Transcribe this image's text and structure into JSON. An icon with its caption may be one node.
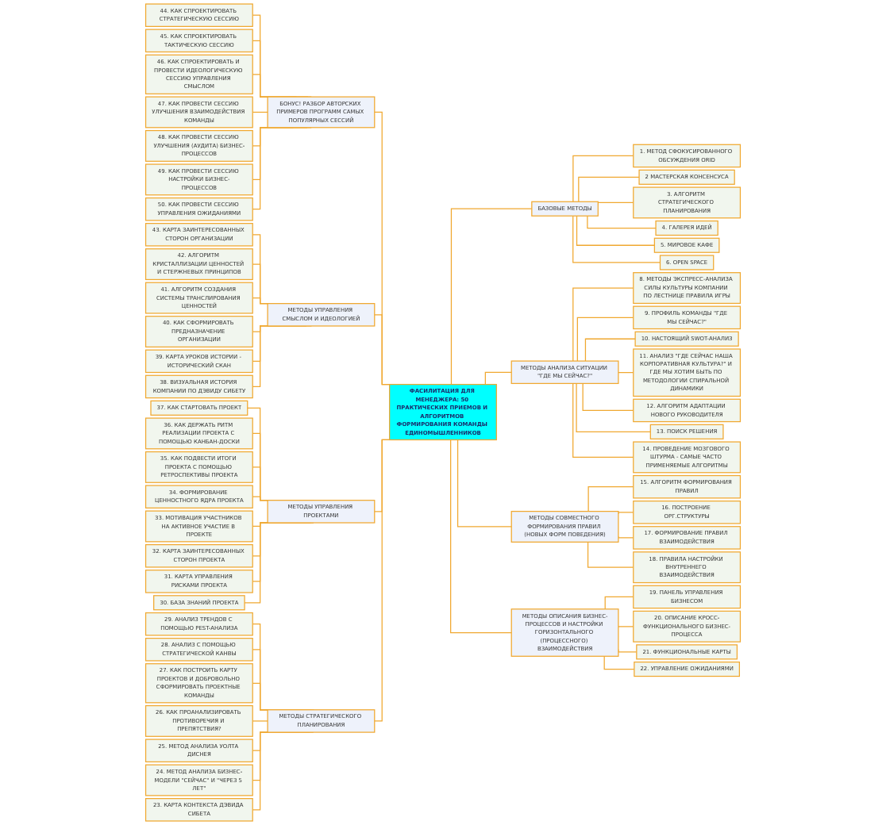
{
  "diagram": {
    "nodes": [
      {
        "text": [
          "ФАСИЛИТАЦИЯ ДЛЯ МЕНЕДЖЕРА: 50 ПРАКТИЧЕСКИХ ПРИЕМОВ И АЛГОРИТМОВ ФОРМИРОВАНИЯ КОМАНДЫ ЕДИНОМЫШЛЕННИКОВ"
        ]
      },
      {
        "text": [
          "БАЗОВЫЕ МЕТОДЫ"
        ]
      },
      {
        "text": [
          "1. МЕТОД СФОКУСИРОВАННОГО ОБСУЖДЕНИЯ ORID"
        ]
      },
      {
        "text": [
          "2 МАСТЕРСКАЯ КОНСЕНСУСА"
        ]
      },
      {
        "text": [
          "3. АЛГОРИТМ СТРАТЕГИЧЕСКОГО ПЛАНИРОВАНИЯ"
        ]
      },
      {
        "text": [
          "4. ГАЛЕРЕЯ ИДЕЙ"
        ]
      },
      {
        "text": [
          "5. МИРОВОЕ КАФЕ"
        ]
      },
      {
        "text": [
          "6. OPEN SPACE"
        ]
      },
      {
        "text": [
          "МЕТОДЫ АНАЛИЗА СИТУАЦИИ \"ГДЕ МЫ СЕЙЧАС?\""
        ]
      },
      {
        "text": [
          "8. МЕТОДЫ ЭКСПРЕСС-АНАЛИЗА СИЛЫ КУЛЬТУРЫ КОМПАНИИ ПО ЛЕСТНИЦЕ ПРАВИЛА ИГРЫ"
        ]
      },
      {
        "text": [
          "9. ПРОФИЛЬ КОМАНДЫ \"ГДЕ МЫ СЕЙЧАС?\""
        ]
      },
      {
        "text": [
          "10. НАСТОЯЩИЙ SWOT-АНАЛИЗ"
        ]
      },
      {
        "text": [
          "11. АНАЛИЗ \"ГДЕ СЕЙЧАС НАША КОРПОРАТИВНАЯ КУЛЬТУРА?\" И ГДЕ МЫ ХОТИМ БЫТЬ ПО МЕТОДОЛОГИИ СПИРАЛЬНОЙ ДИНАМИКИ"
        ]
      },
      {
        "text": [
          "12. АЛГОРИТМ АДАПТАЦИИ НОВОГО РУКОВОДИТЕЛЯ"
        ]
      },
      {
        "text": [
          "13. ПОИСК РЕШЕНИЯ"
        ]
      },
      {
        "text": [
          "14. ПРОВЕДЕНИЕ МОЗГОВОГО ШТУРМА - САМЫЕ ЧАСТО ПРИМЕНЯЕМЫЕ АЛГОРИТМЫ"
        ]
      },
      {
        "text": [
          "МЕТОДЫ СОВМЕСТНОГО ФОРМИРОВАНИЯ ПРАВИЛ (НОВЫХ ФОРМ ПОВЕДЕНИЯ)"
        ]
      },
      {
        "text": [
          "15. АЛГОРИТМ ФОРМИРОВАНИЯ ПРАВИЛ"
        ]
      },
      {
        "text": [
          "16. ПОСТРОЕНИЕ ОРГ.СТРУКТУРЫ"
        ]
      },
      {
        "text": [
          "17. ФОРМИРОВАНИЕ ПРАВИЛ ВЗАИМОДЕЙСТВИЯ"
        ]
      },
      {
        "text": [
          "18. ПРАВИЛА НАСТРОЙКИ ВНУТРЕННЕГО ВЗАИМОДЕЙСТВИЯ"
        ]
      },
      {
        "text": [
          "МЕТОДЫ ОПИСАНИЯ БИЗНЕС-ПРОЦЕССОВ И НАСТРОЙКИ ГОРИЗОНТАЛЬНОГО (ПРОЦЕССНОГО) ВЗАИМОДЕЙСТВИЯ"
        ]
      },
      {
        "text": [
          "19. ПАНЕЛЬ УПРАВЛЕНИЯ БИЗНЕСОМ"
        ]
      },
      {
        "text": [
          "20. ОПИСАНИЕ КРОСС-ФУНКЦИОНАЛЬНОГО БИЗНЕС-ПРОЦЕССА"
        ]
      },
      {
        "text": [
          "21. ФУНКЦИОНАЛЬНЫЕ КАРТЫ"
        ]
      },
      {
        "text": [
          "22. УПРАВЛЕНИЕ ОЖИДАНИЯМИ"
        ]
      },
      {
        "text": [
          "БОНУС! РАЗБОР АВТОРСКИХ ПРИМЕРОВ ПРОГРАММ САМЫХ ПОПУЛЯРНЫХ СЕССИЙ"
        ]
      },
      {
        "text": [
          "44. КАК СПРОЕКТИРОВАТЬ СТРАТЕГИЧЕСКУЮ СЕССИЮ"
        ]
      },
      {
        "text": [
          "45. КАК СПРОЕКТИРОВАТЬ ТАКТИЧЕСКУЮ СЕССИЮ"
        ]
      },
      {
        "text": [
          "46. КАК СПРОЕКТИРОВАТЬ И ПРОВЕСТИ ИДЕОЛОГИЧЕСКУЮ СЕССИЮ УПРАВЛЕНИЯ СМЫСЛОМ"
        ]
      },
      {
        "text": [
          "47. КАК ПРОВЕСТИ СЕССИЮ УЛУЧШЕНИЯ ВЗАИМОДЕЙСТВИЯ КОМАНДЫ"
        ]
      },
      {
        "text": [
          "48. КАК ПРОВЕСТИ СЕССИЮ УЛУЧШЕНИЯ (АУДИТА) БИЗНЕС-ПРОЦЕССОВ"
        ]
      },
      {
        "text": [
          "49. КАК ПРОВЕСТИ СЕССИЮ НАСТРОЙКИ БИЗНЕС-ПРОЦЕССОВ"
        ]
      },
      {
        "text": [
          "50. КАК ПРОВЕСТИ СЕССИЮ УПРАВЛЕНИЯ ОЖИДАНИЯМИ"
        ]
      },
      {
        "text": [
          "МЕТОДЫ УПРАВЛЕНИЯ СМЫСЛОМ И ИДЕОЛОГИЕЙ"
        ]
      },
      {
        "text": [
          "43. КАРТА ЗАИНТЕРЕСОВАННЫХ СТОРОН ОРГАНИЗАЦИИ"
        ]
      },
      {
        "text": [
          "42. АЛГОРИТМ КРИСТАЛЛИЗАЦИИ ЦЕННОСТЕЙ И СТЕРЖНЕВЫХ ПРИНЦИПОВ"
        ]
      },
      {
        "text": [
          "41. АЛГОРИТМ СОЗДАНИЯ СИСТЕМЫ ТРАНСЛИРОВАНИЯ ЦЕННОСТЕЙ"
        ]
      },
      {
        "text": [
          "40. КАК СФОРМИРОВАТЬ ПРЕДНАЗНАЧЕНИЕ ОРГАНИЗАЦИИ"
        ]
      },
      {
        "text": [
          "39. КАРТА УРОКОВ ИСТОРИИ - ИСТОРИЧЕСКИЙ СКАН"
        ]
      },
      {
        "text": [
          "38. ВИЗУАЛЬНАЯ ИСТОРИЯ КОМПАНИИ ПО ДЭВИДУ СИБЕТУ"
        ]
      },
      {
        "text": [
          "МЕТОДЫ УПРАВЛЕНИЯ ПРОЕКТАМИ"
        ]
      },
      {
        "text": [
          "37. КАК СТАРТОВАТЬ ПРОЕКТ"
        ]
      },
      {
        "text": [
          "36. КАК ДЕРЖАТЬ РИТМ РЕАЛИЗАЦИИ ПРОЕКТА С ПОМОЩЬЮ КАНБАН-ДОСКИ"
        ]
      },
      {
        "text": [
          "35. КАК ПОДВЕСТИ ИТОГИ ПРОЕКТА С ПОМОЩЬЮ РЕТРОСПЕКТИВЫ ПРОЕКТА"
        ]
      },
      {
        "text": [
          "34. ФОРМИРОВАНИЕ ЦЕННОСТНОГО ЯДРА ПРОЕКТА"
        ]
      },
      {
        "text": [
          "33. МОТИВАЦИЯ УЧАСТНИКОВ НА АКТИВНОЕ УЧАСТИЕ В ПРОЕКТЕ"
        ]
      },
      {
        "text": [
          "32. КАРТА ЗАИНТЕРЕСОВАННЫХ СТОРОН ПРОЕКТА"
        ]
      },
      {
        "text": [
          "31. КАРТА УПРАВЛЕНИЯ РИСКАМИ ПРОЕКТА"
        ]
      },
      {
        "text": [
          "30. БАЗА ЗНАНИЙ ПРОЕКТА"
        ]
      },
      {
        "text": [
          "МЕТОДЫ СТРАТЕГИЧЕСКОГО ПЛАНИРОВАНИЯ"
        ]
      },
      {
        "text": [
          "29. АНАЛИЗ ТРЕНДОВ С ПОМОЩЬЮ PEST-АНАЛИЗА"
        ]
      },
      {
        "text": [
          "28. АНАЛИЗ С ПОМОЩЬЮ СТРАТЕГИЧЕСКОЙ КАНВЫ"
        ]
      },
      {
        "text": [
          "27. КАК ПОСТРОИТЬ КАРТУ ПРОЕКТОВ И ДОБРОВОЛЬНО СФОРМИРОВАТЬ ПРОЕКТНЫЕ КОМАНДЫ"
        ]
      },
      {
        "text": [
          "26. КАК ПРОАНАЛИЗИРОВАТЬ ПРОТИВОРЕЧИЯ И ПРЕПЯТСТВИЯ?"
        ]
      },
      {
        "text": [
          "25. МЕТОД АНАЛИЗА УОЛТА ДИСНЕЯ"
        ]
      },
      {
        "text": [
          "24. МЕТОД АНАЛИЗА БИЗНЕС-МОДЕЛИ \"СЕЙЧАС\" И \"ЧЕРЕЗ 5 ЛЕТ\""
        ]
      },
      {
        "text": [
          "23. КАРТА КОНТЕКСТА ДЭВИДА СИБЕТА"
        ]
      }
    ],
    "edges": [
      {
        "from": 0,
        "to": 1,
        "arrow": "none"
      },
      {
        "from": 1,
        "to": 2,
        "arrow": "none"
      },
      {
        "from": 1,
        "to": 3,
        "arrow": "none"
      },
      {
        "from": 1,
        "to": 4,
        "arrow": "none"
      },
      {
        "from": 1,
        "to": 5,
        "arrow": "none"
      },
      {
        "from": 1,
        "to": 6,
        "arrow": "none"
      },
      {
        "from": 1,
        "to": 7,
        "arrow": "none"
      },
      {
        "from": 0,
        "to": 8,
        "arrow": "none"
      },
      {
        "from": 8,
        "to": 9,
        "arrow": "none"
      },
      {
        "from": 8,
        "to": 10,
        "arrow": "none"
      },
      {
        "from": 8,
        "to": 11,
        "arrow": "none"
      },
      {
        "from": 8,
        "to": 12,
        "arrow": "none"
      },
      {
        "from": 8,
        "to": 13,
        "arrow": "none"
      },
      {
        "from": 8,
        "to": 14,
        "arrow": "none"
      },
      {
        "from": 8,
        "to": 15,
        "arrow": "none"
      },
      {
        "from": 0,
        "to": 16,
        "arrow": "none"
      },
      {
        "from": 16,
        "to": 17,
        "arrow": "none"
      },
      {
        "from": 16,
        "to": 18,
        "arrow": "none"
      },
      {
        "from": 16,
        "to": 19,
        "arrow": "none"
      },
      {
        "from": 16,
        "to": 20,
        "arrow": "none"
      },
      {
        "from": 0,
        "to": 21,
        "arrow": "none"
      },
      {
        "from": 21,
        "to": 22,
        "arrow": "none"
      },
      {
        "from": 21,
        "to": 23,
        "arrow": "none"
      },
      {
        "from": 21,
        "to": 24,
        "arrow": "none"
      },
      {
        "from": 21,
        "to": 25,
        "arrow": "none"
      },
      {
        "from": 26,
        "to": 0,
        "arrow": "none"
      },
      {
        "from": 27,
        "to": 26,
        "arrow": "none"
      },
      {
        "from": 28,
        "to": 26,
        "arrow": "none"
      },
      {
        "from": 29,
        "to": 26,
        "arrow": "none"
      },
      {
        "from": 30,
        "to": 26,
        "arrow": "none"
      },
      {
        "from": 31,
        "to": 26,
        "arrow": "none"
      },
      {
        "from": 32,
        "to": 26,
        "arrow": "none"
      },
      {
        "from": 33,
        "to": 26,
        "arrow": "none"
      },
      {
        "from": 34,
        "to": 0,
        "arrow": "none"
      },
      {
        "from": 35,
        "to": 34,
        "arrow": "none"
      },
      {
        "from": 36,
        "to": 34,
        "arrow": "none"
      },
      {
        "from": 37,
        "to": 34,
        "arrow": "none"
      },
      {
        "from": 38,
        "to": 34,
        "arrow": "none"
      },
      {
        "from": 39,
        "to": 34,
        "arrow": "none"
      },
      {
        "from": 40,
        "to": 34,
        "arrow": "none"
      },
      {
        "from": 41,
        "to": 0,
        "arrow": "none"
      },
      {
        "from": 42,
        "to": 41,
        "arrow": "none"
      },
      {
        "from": 43,
        "to": 41,
        "arrow": "none"
      },
      {
        "from": 44,
        "to": 41,
        "arrow": "none"
      },
      {
        "from": 45,
        "to": 41,
        "arrow": "none"
      },
      {
        "from": 46,
        "to": 41,
        "arrow": "none"
      },
      {
        "from": 47,
        "to": 41,
        "arrow": "none"
      },
      {
        "from": 48,
        "to": 41,
        "arrow": "none"
      },
      {
        "from": 49,
        "to": 41,
        "arrow": "none"
      },
      {
        "from": 50,
        "to": 0,
        "arrow": "none"
      },
      {
        "from": 51,
        "to": 50,
        "arrow": "none"
      },
      {
        "from": 52,
        "to": 50,
        "arrow": "none"
      },
      {
        "from": 53,
        "to": 50,
        "arrow": "none"
      },
      {
        "from": 54,
        "to": 50,
        "arrow": "none"
      },
      {
        "from": 55,
        "to": 50,
        "arrow": "none"
      },
      {
        "from": 56,
        "to": 50,
        "arrow": "none"
      },
      {
        "from": 57,
        "to": 50,
        "arrow": "none"
      }
    ]
  }
}
